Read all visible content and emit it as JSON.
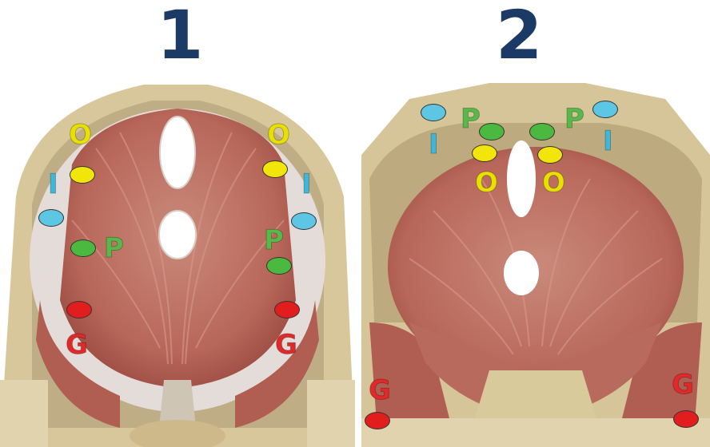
{
  "panels": [
    {
      "number": "1",
      "labels": {
        "o_left": "O",
        "o_right": "O",
        "i_left": "I",
        "i_right": "I",
        "p_left": "P",
        "p_right": "P",
        "g_left": "G",
        "g_right": "G"
      }
    },
    {
      "number": "2",
      "labels": {
        "i_left": "I",
        "i_right": "I",
        "p_left": "P",
        "p_right": "P",
        "o_left": "O",
        "o_right": "O",
        "g_left": "G",
        "g_right": "G"
      }
    }
  ],
  "marker_colors": {
    "O": "#f1e50a",
    "I": "#5cc6e4",
    "P": "#4bb93f",
    "G": "#e21d1d"
  },
  "palette": {
    "title": "#1b3a66",
    "bone": "#d9caa0",
    "muscle": "#c07a6a",
    "background": "#ffffff"
  }
}
